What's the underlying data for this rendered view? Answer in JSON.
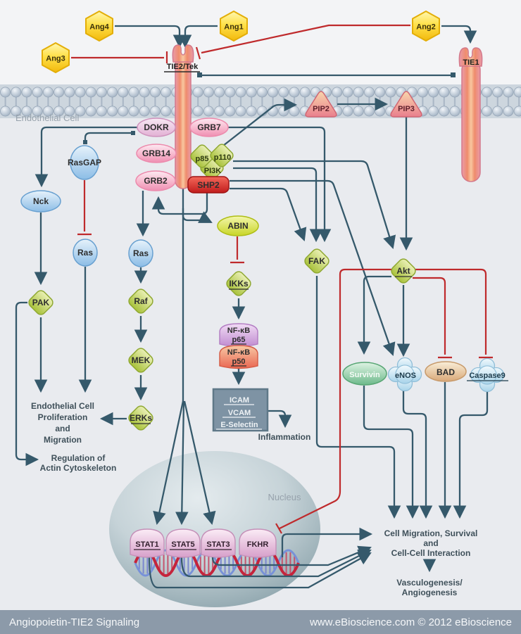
{
  "footer": {
    "title": "Angiopoietin-TIE2 Signaling",
    "credit": "www.eBioscience.com © 2012 eBioscience"
  },
  "compartments": {
    "cell": "Endothelial Cell",
    "nucleus": "Nucleus"
  },
  "ligands": {
    "ang4": "Ang4",
    "ang1": "Ang1",
    "ang2": "Ang2",
    "ang3": "Ang3"
  },
  "receptors": {
    "tie2": "TIE2/Tek",
    "tie1": "TIE1"
  },
  "lipids": {
    "pip2": "PIP2",
    "pip3": "PIP3"
  },
  "adaptors": {
    "dokr": "DOKR",
    "grb7": "GRB7",
    "grb14": "GRB14",
    "grb2": "GRB2",
    "shp2": "SHP2",
    "p85": "p85",
    "p110": "p110",
    "pi3k": "PI3K"
  },
  "signaling": {
    "rasgap": "RasGAP",
    "nck": "Nck",
    "ras_left": "Ras",
    "ras_right": "Ras",
    "pak": "PAK",
    "raf": "Raf",
    "mek": "MEK",
    "erks": "ERKs",
    "abin": "ABIN",
    "ikks": "IKKs",
    "fak": "FAK",
    "akt": "Akt"
  },
  "nfkb": {
    "p65_title": "NF-κB",
    "p65": "p65",
    "p50_title": "NF-κB",
    "p50": "p50"
  },
  "adhesion": {
    "icam": "ICAM",
    "vcam": "VCAM",
    "eselectin": "E-Selectin"
  },
  "effectors": {
    "survivin": "Survivin",
    "enos": "eNOS",
    "bad": "BAD",
    "caspase9": "Caspase9"
  },
  "tfs": {
    "stat1": "STAT1",
    "stat5": "STAT5",
    "stat3": "STAT3",
    "fkhr": "FKHR"
  },
  "outcomes": {
    "proliferation": [
      "Endothelial Cell",
      "Proliferation",
      "and",
      "Migration"
    ],
    "actin": [
      "Regulation of",
      "Actin Cytoskeleton"
    ],
    "inflammation": "Inflammation",
    "migration": [
      "Cell Migration, Survival",
      "and",
      "Cell-Cell Interaction"
    ],
    "vasculogenesis": [
      "Vasculogenesis/",
      "Angiogenesis"
    ]
  },
  "colors": {
    "activation_line": "#35596b",
    "inhibition_line": "#bf2a2c",
    "footer_bg": "#8c9aa9",
    "ligand_yellow": "#ffe14a",
    "receptor_red": "#ee8f78",
    "membrane_gray": "#b7c3d0",
    "diamond_green": "#a9c23c",
    "oval_pink": "#f7b7cd",
    "oval_blue": "#8cbde6",
    "shp2_red": "#c81e1e",
    "adhesion_box": "#7e93a4"
  }
}
